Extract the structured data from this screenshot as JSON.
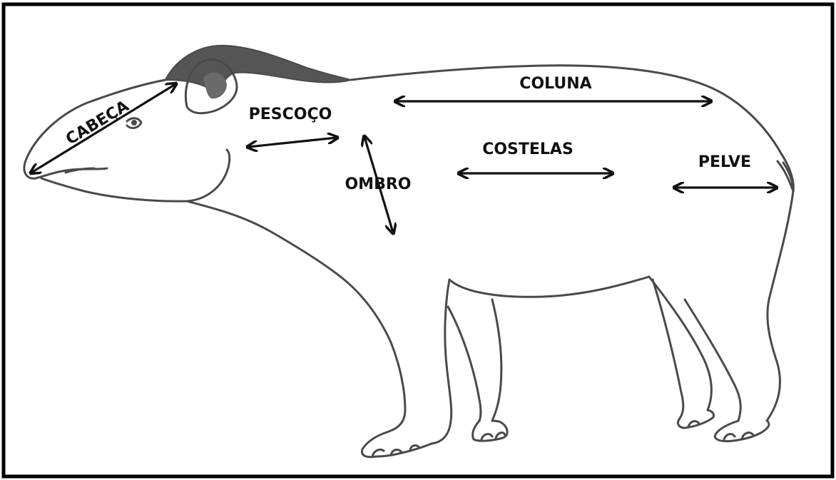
{
  "labels": {
    "cabeca": "CABEÇA",
    "pescoco": "PESCOÇO",
    "coluna": "COLUNA",
    "costelas": "COSTELAS",
    "ombro": "OMBRO",
    "pelve": "PELVE"
  },
  "colors": {
    "outline": "#4a4a4a",
    "mane": "#555555",
    "arrow": "#111111",
    "border": "#000000",
    "background": "#ffffff"
  },
  "icons": {
    "subject": "tapir-outline-drawing",
    "arrow": "double-headed-arrow"
  }
}
